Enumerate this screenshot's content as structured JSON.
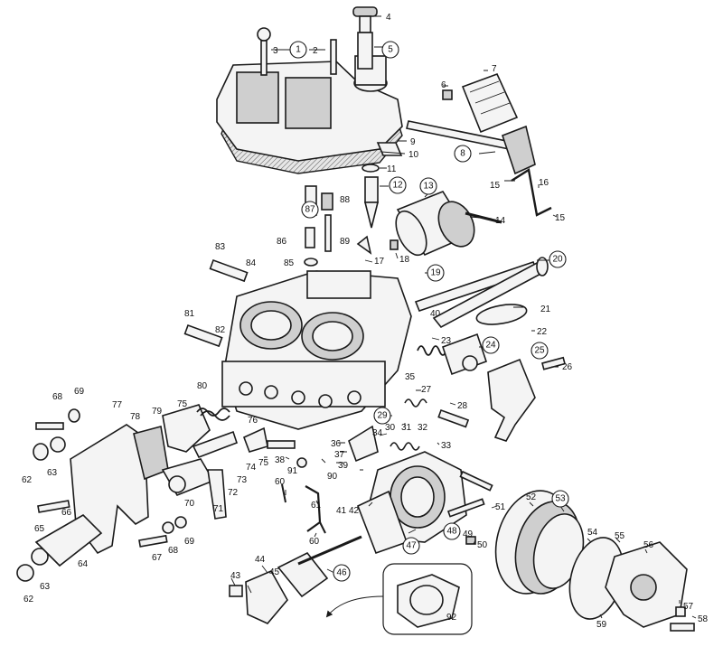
{
  "labels": {
    "p1": "1",
    "p2": "2",
    "p3": "3",
    "p4": "4",
    "p5": "5",
    "p6": "6",
    "p7": "7",
    "p8": "8",
    "p9": "9",
    "p10": "10",
    "p11": "11",
    "p12": "12",
    "p13": "13",
    "p14": "14",
    "p15a": "15",
    "p15b": "15",
    "p16": "16",
    "p17": "17",
    "p18": "18",
    "p19": "19",
    "p20": "20",
    "p21": "21",
    "p22": "22",
    "p23": "23",
    "p24": "24",
    "p25": "25",
    "p26": "26",
    "p27": "27",
    "p28": "28",
    "p29": "29",
    "p30": "30",
    "p31": "31",
    "p32": "32",
    "p33": "33",
    "p34": "34",
    "p35": "35",
    "p36": "36",
    "p37": "37",
    "p38": "38",
    "p39": "39",
    "p40": "40",
    "p41": "41",
    "p42": "42",
    "p43": "43",
    "p44": "44",
    "p45": "45",
    "p46": "46",
    "p47": "47",
    "p48": "48",
    "p49": "49",
    "p50": "50",
    "p51": "51",
    "p52": "52",
    "p53": "53",
    "p54": "54",
    "p55": "55",
    "p56": "56",
    "p57": "57",
    "p58": "58",
    "p59": "59",
    "p60a": "60",
    "p60b": "60",
    "p61": "61",
    "p62a": "62",
    "p62b": "62",
    "p63a": "63",
    "p63b": "63",
    "p64": "64",
    "p65": "65",
    "p66": "66",
    "p67": "67",
    "p68a": "68",
    "p68b": "68",
    "p69a": "69",
    "p69b": "69",
    "p70": "70",
    "p71": "71",
    "p72": "72",
    "p73": "73",
    "p74": "74",
    "p75a": "75",
    "p75b": "75",
    "p76": "76",
    "p77": "77",
    "p78": "78",
    "p79": "79",
    "p80": "80",
    "p81": "81",
    "p82": "82",
    "p83": "83",
    "p84": "84",
    "p85": "85",
    "p86": "86",
    "p87": "87",
    "p88": "88",
    "p89": "89",
    "p90": "90",
    "p91": "91",
    "p92": "92"
  },
  "colors": {
    "ink": "#1a1a1a",
    "paper": "#ffffff",
    "shade": "#cfcfcf"
  }
}
